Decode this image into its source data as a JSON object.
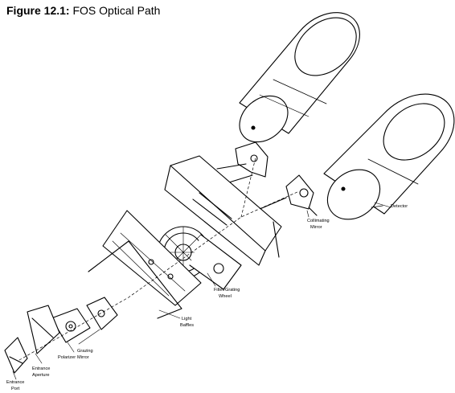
{
  "figure": {
    "number": "Figure 12.1:",
    "title": "FOS Optical Path"
  },
  "labels": {
    "detector": "Detector",
    "collimating_mirror_1": "Collimating",
    "collimating_mirror_2": "Mirror",
    "filter_grating_1": "Filter/Grating",
    "filter_grating_2": "Wheel",
    "light_baffles_1": "Light",
    "light_baffles_2": "Baffles",
    "grazing_mirror_1": "Grazing",
    "grazing_mirror_2": "Mirror",
    "polarizer": "Polarizer",
    "entrance_aperture_1": "Entrance",
    "entrance_aperture_2": "Aperture",
    "entrance_port_1": "Entrance",
    "entrance_port_2": "Port"
  },
  "colors": {
    "ink": "#000000",
    "paper": "#ffffff"
  }
}
